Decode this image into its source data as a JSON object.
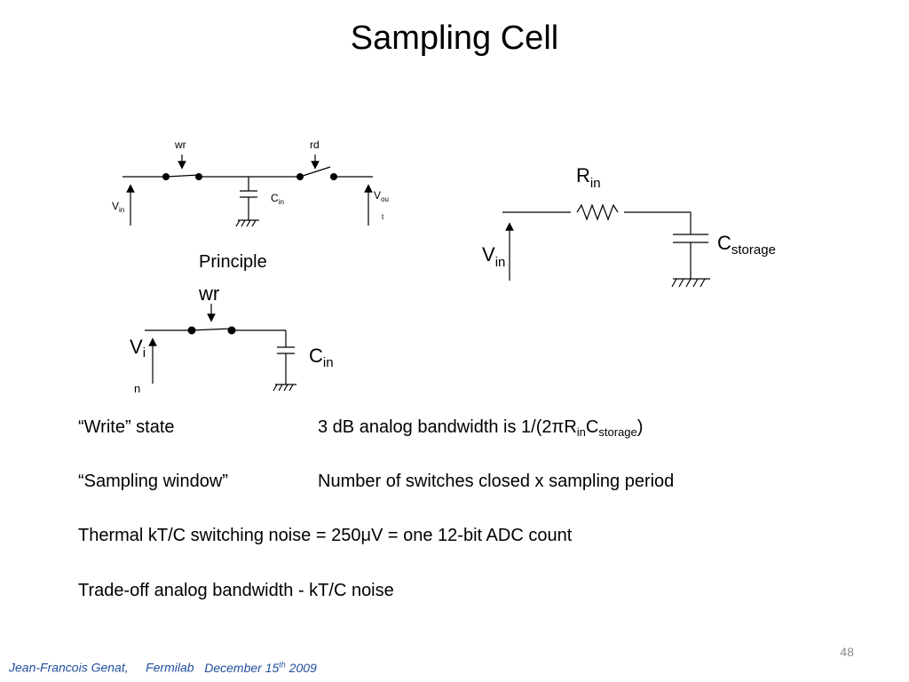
{
  "slide": {
    "title": "Sampling Cell",
    "page_number": "48"
  },
  "diagram1": {
    "wr": "wr",
    "rd": "rd",
    "vin_main": "V",
    "vin_sub": "in",
    "cin_main": "C",
    "cin_sub": "in",
    "vout_main": "V",
    "vout_sub": "ou",
    "vout_sub2": "t",
    "caption": "Principle"
  },
  "diagram2": {
    "wr": "wr",
    "vin_main": "V",
    "vin_sub": "i",
    "vin_sub2": "n",
    "cin_main": "C",
    "cin_sub": "in"
  },
  "diagram3": {
    "rin_main": "R",
    "rin_sub": "in",
    "vin_main": "V",
    "vin_sub": "in",
    "cstor_main": "C",
    "cstor_sub": "storage"
  },
  "rows": {
    "r1_left": "“Write” state",
    "r1_right_pre": "3 dB analog bandwidth is  1/(2",
    "r1_pi": "π",
    "r1_R": "R",
    "r1_in": "in",
    "r1_C": "C",
    "r1_storage": "storage",
    "r1_close": ")",
    "r2_left": "“Sampling window”",
    "r2_right": "Number of switches closed x  sampling period",
    "r3_pre": "Thermal  kT/C switching noise  =  250",
    "r3_mu": "μ",
    "r3_post": "V = one 12-bit ADC count",
    "r4": "Trade-off analog bandwidth - kT/C noise"
  },
  "footer": {
    "author": "Jean-Francois Genat,",
    "lab": "Fermilab",
    "date_pre": "December 15",
    "date_sup": "th",
    "date_post": " 2009"
  }
}
